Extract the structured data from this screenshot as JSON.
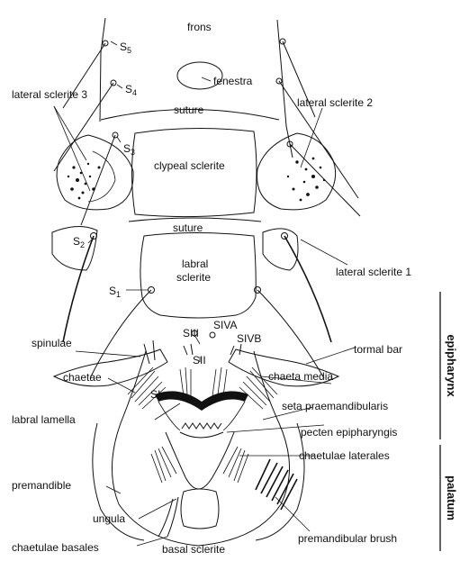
{
  "labels": {
    "frons": "frons",
    "s5_base": "S",
    "s5_sub": "5",
    "s4_base": "S",
    "s4_sub": "4",
    "s3_base": "S",
    "s3_sub": "3",
    "s2_base": "S",
    "s2_sub": "2",
    "s1_base": "S",
    "s1_sub": "1",
    "fenestra": "fenestra",
    "lateral_sclerite_3": "lateral sclerite 3",
    "suture_top": "suture",
    "lateral_sclerite_2": "lateral sclerite 2",
    "clypeal_sclerite": "clypeal sclerite",
    "suture_mid": "suture",
    "labral_line1": "labral",
    "labral_line2": "sclerite",
    "lateral_sclerite_1": "lateral sclerite 1",
    "spinulae": "spinulae",
    "siii": "SIII",
    "siva": "SIVA",
    "sivb": "SIVB",
    "sii": "SII",
    "si": "SI",
    "tormal_bar": "tormal bar",
    "chaetae": "chaetae",
    "chaeta_media": "chaeta media",
    "labral_lamella": "labral lamella",
    "seta_praemandibularis": "seta praemandibularis",
    "pecten_epipharyngis": "pecten epipharyngis",
    "chaetulae_laterales": "chaetulae laterales",
    "premandible": "premandible",
    "ungula": "ungula",
    "chaetulae_basales": "chaetulae basales",
    "basal_sclerite": "basal sclerite",
    "premandibular_brush": "premandibular brush"
  },
  "sections": {
    "epipharynx": "epipharynx",
    "palatum": "palatum"
  }
}
